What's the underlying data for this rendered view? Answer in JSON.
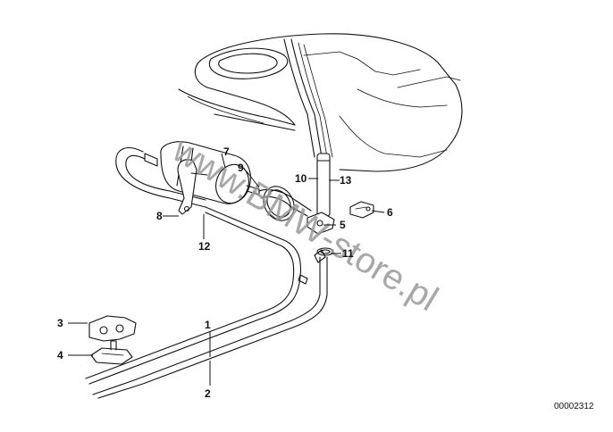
{
  "watermark": "www.BMW-store.pl",
  "drawing_code": "00002312",
  "callouts": [
    "1",
    "2",
    "3",
    "4",
    "5",
    "6",
    "7",
    "8",
    "9",
    "10",
    "11",
    "12",
    "13"
  ]
}
